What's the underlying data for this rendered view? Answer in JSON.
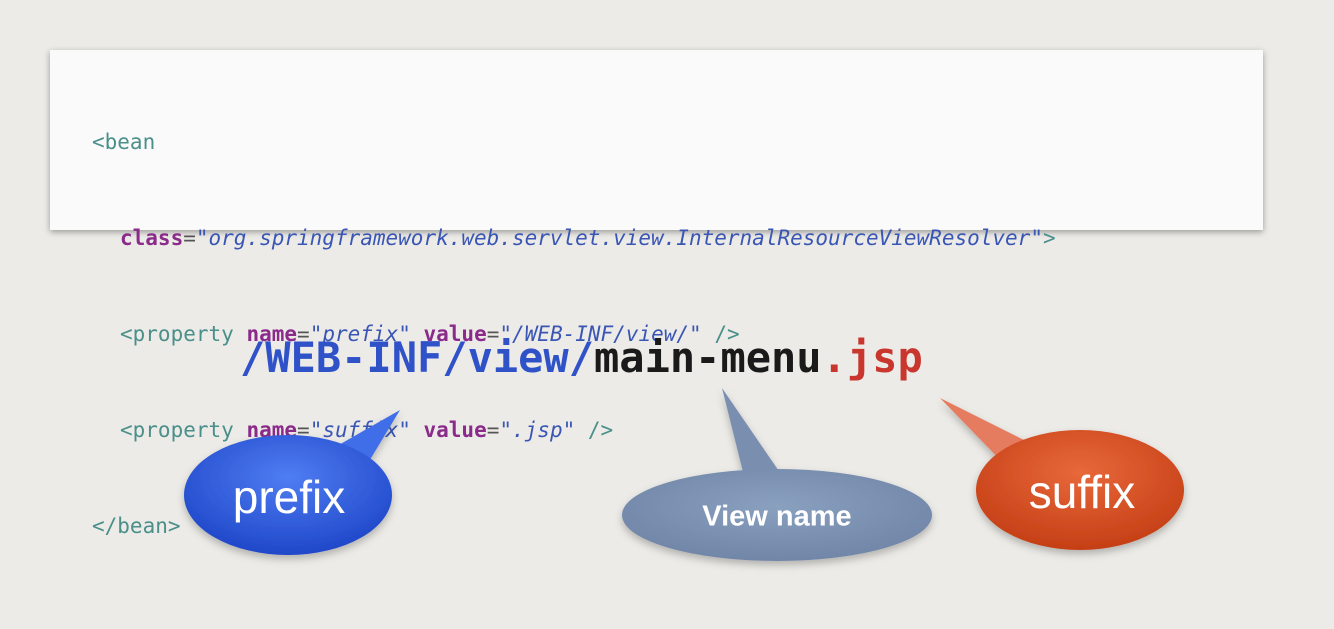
{
  "code": {
    "bean_open": "<bean",
    "class_attr": "class",
    "eq": "=",
    "class_value": "\"org.springframework.web.servlet.view.InternalResourceViewResolver\"",
    "tag_close": ">",
    "property_open": "<property",
    "name_attr": "name",
    "value_attr": "value",
    "prefix_name": "\"prefix\"",
    "prefix_value": "\"/WEB-INF/view/\"",
    "suffix_name": "\"suffix\"",
    "suffix_value": "\".jsp\"",
    "self_close": "/>",
    "bean_close": "</bean>"
  },
  "path": {
    "prefix": "/WEB-INF/view/",
    "view_name": "main-menu",
    "suffix": ".jsp"
  },
  "callouts": {
    "prefix_label": "prefix",
    "view_label": "View name",
    "suffix_label": "suffix"
  },
  "colors": {
    "prefix": "#2f52c8",
    "view_name": "#7f93b3",
    "suffix": "#d24a22"
  }
}
